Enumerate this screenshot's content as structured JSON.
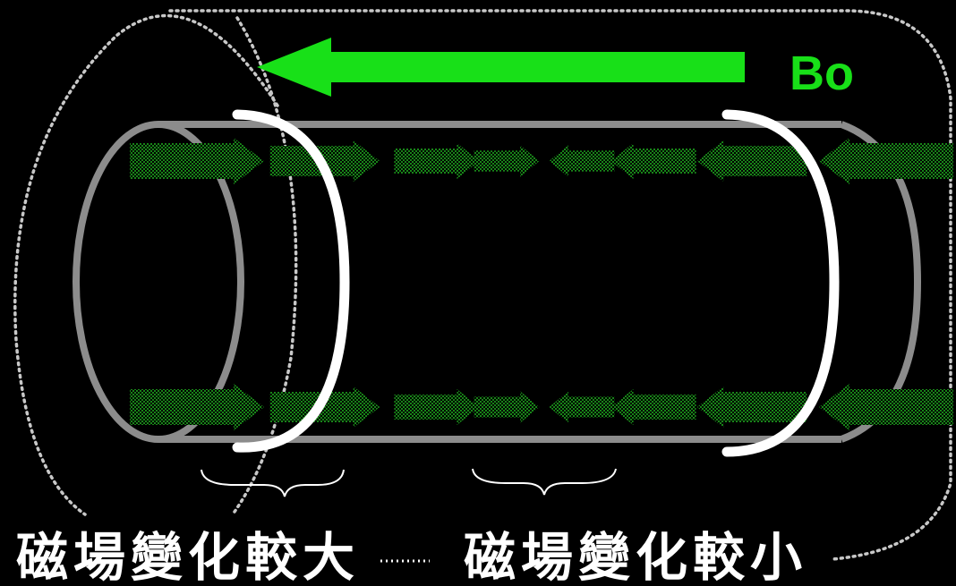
{
  "field_label": "Bo",
  "label_large_change": "磁場變化較大",
  "label_small_change": "磁場變化較小",
  "colors": {
    "background": "#000000",
    "field_arrow": "#18e018",
    "tube": "#8c8c8c",
    "coil": "#ffffff",
    "gradient_arrow": "#1fae1f",
    "dotted_outline": "#c8c8c8"
  },
  "gradient_arrows": {
    "directions": [
      "right",
      "right",
      "right",
      "right",
      "left",
      "left",
      "left",
      "left"
    ],
    "relative_strength": [
      1.0,
      0.75,
      0.5,
      0.3,
      0.3,
      0.5,
      0.75,
      1.0
    ]
  }
}
